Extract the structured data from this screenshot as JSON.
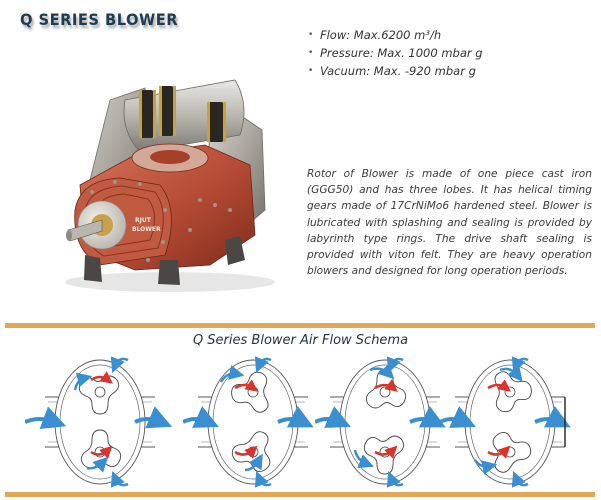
{
  "header": {
    "title": "Q SERIES BLOWER"
  },
  "specs": [
    {
      "label": "Flow:",
      "value": "Max.6200 m³/h",
      "text": "Flow: Max.6200 m³/h"
    },
    {
      "label": "Pressure:",
      "value": "Max. 1000 mbar g",
      "text": "Pressure: Max. 1000 mbar g"
    },
    {
      "label": "Vacuum:",
      "value": "Max. -920 mbar g",
      "text": "Vacuum: Max. -920 mbar g"
    }
  ],
  "product": {
    "image_icon": "roots-blower-render-icon",
    "badge_text": [
      "RJUT",
      "BLOWER"
    ]
  },
  "description": "Rotor of Blower is made of one piece cast iron (GGG50) and has three lobes. It has helical timing gears made of 17CrNiMo6 hardened steel. Blower is lubricated with splashing and sealing is provided by labyrinth type rings. The drive shaft sealing is provided with viton felt. They are heavy operation blowers and designed for long operation periods.",
  "schema": {
    "title": "Q Series Blower Air Flow Schema",
    "diagrams": [
      {
        "step": 1,
        "icon": "rotor-stage-1-icon"
      },
      {
        "step": 2,
        "icon": "rotor-stage-2-icon"
      },
      {
        "step": 3,
        "icon": "rotor-stage-3-icon"
      },
      {
        "step": 4,
        "icon": "rotor-stage-4-icon"
      }
    ]
  },
  "colors": {
    "title": "#1e3d55",
    "accent_rule": "#e2a755",
    "airflow_arrow": "#3a8fd0",
    "rotation_arrow": "#d9342b",
    "housing": "#c0523a"
  }
}
